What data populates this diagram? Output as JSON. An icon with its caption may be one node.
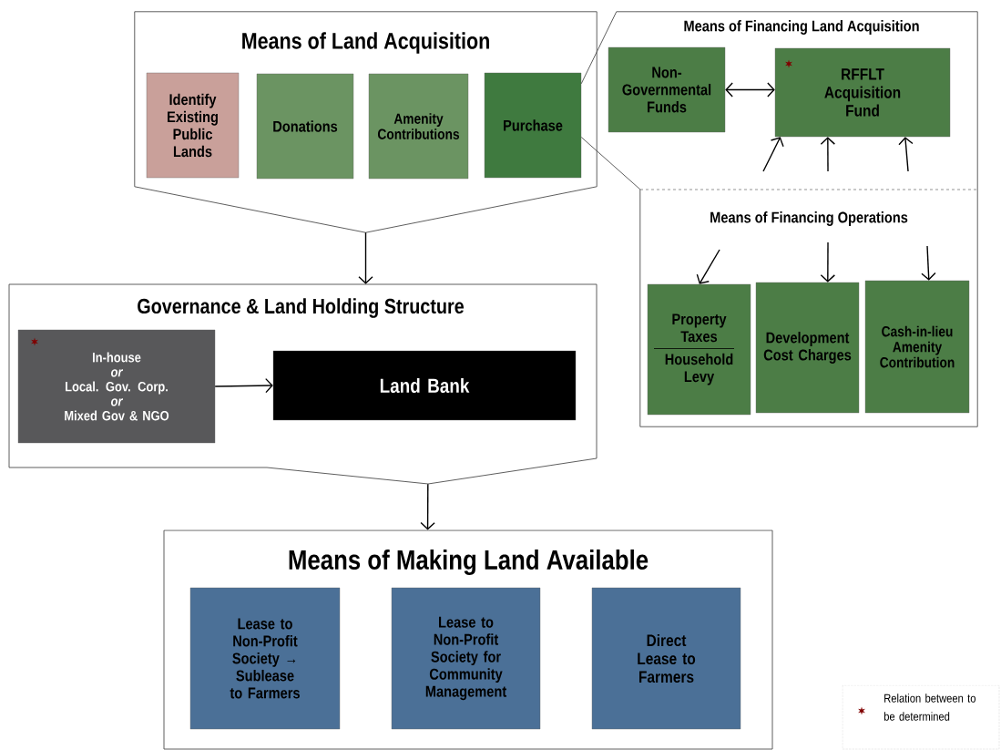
{
  "diagram": {
    "nodes": [
      {
        "text": [
          "Means of Land Acquisition"
        ]
      },
      {
        "text": [
          "Identify Existing Public Lands"
        ],
        "in": 0
      },
      {
        "text": [
          "Donations"
        ],
        "in": 0
      },
      {
        "text": [
          "Amenity Contributions"
        ],
        "in": 0
      },
      {
        "text": [
          "Purchase"
        ],
        "in": 0
      },
      {
        "text": [
          "Means of Financing Land Acquisition",
          "Means of Financing Operations"
        ]
      },
      {
        "text": [
          "Non-Governmental Funds"
        ],
        "in": 5
      },
      {
        "text": [
          "RFFLT Acquisition Fund"
        ],
        "in": 5
      },
      {
        "text": [
          "Property Taxes",
          "Household Levy"
        ],
        "in": 5
      },
      {
        "text": [
          "Development Cost Charges"
        ],
        "in": 5
      },
      {
        "text": [
          "Cash-in-lieu Amenity Contribution"
        ],
        "in": 5
      },
      {
        "text": [
          "Governance & Land Holding Structure"
        ]
      },
      {
        "text": [
          "In-house",
          "or",
          "Local. Gov. Corp.",
          "or",
          "Mixed Gov & NGO"
        ],
        "in": 11
      },
      {
        "text": [
          "Land Bank"
        ],
        "in": 11
      },
      {
        "text": [
          "Means of Making Land Available"
        ]
      },
      {
        "text": [
          "Lease to Non-Profit Society → Sublease to Farmers"
        ],
        "in": 14
      },
      {
        "text": [
          "Lease to Non-Profit Society for Community Management"
        ],
        "in": 14
      },
      {
        "text": [
          "Direct Lease to Farmers"
        ],
        "in": 14
      }
    ],
    "edges": [
      {
        "from": 0,
        "to": 11,
        "arrow": "to"
      },
      {
        "from": 11,
        "to": 14,
        "arrow": "to"
      },
      {
        "from": 12,
        "to": 13,
        "arrow": "to"
      },
      {
        "from": 6,
        "to": 7,
        "arrow": "both"
      },
      {
        "from": 4,
        "to": 5,
        "arrow": "none"
      },
      {
        "from": null,
        "to": 7,
        "arrow": "to"
      },
      {
        "from": null,
        "to": 7,
        "arrow": "to"
      },
      {
        "from": null,
        "to": 7,
        "arrow": "to"
      },
      {
        "from": null,
        "to": 8,
        "arrow": "to"
      },
      {
        "from": null,
        "to": 9,
        "arrow": "to"
      },
      {
        "from": null,
        "to": 10,
        "arrow": "to"
      }
    ],
    "legend": [
      {
        "text": "Relation between to be determined"
      }
    ]
  }
}
